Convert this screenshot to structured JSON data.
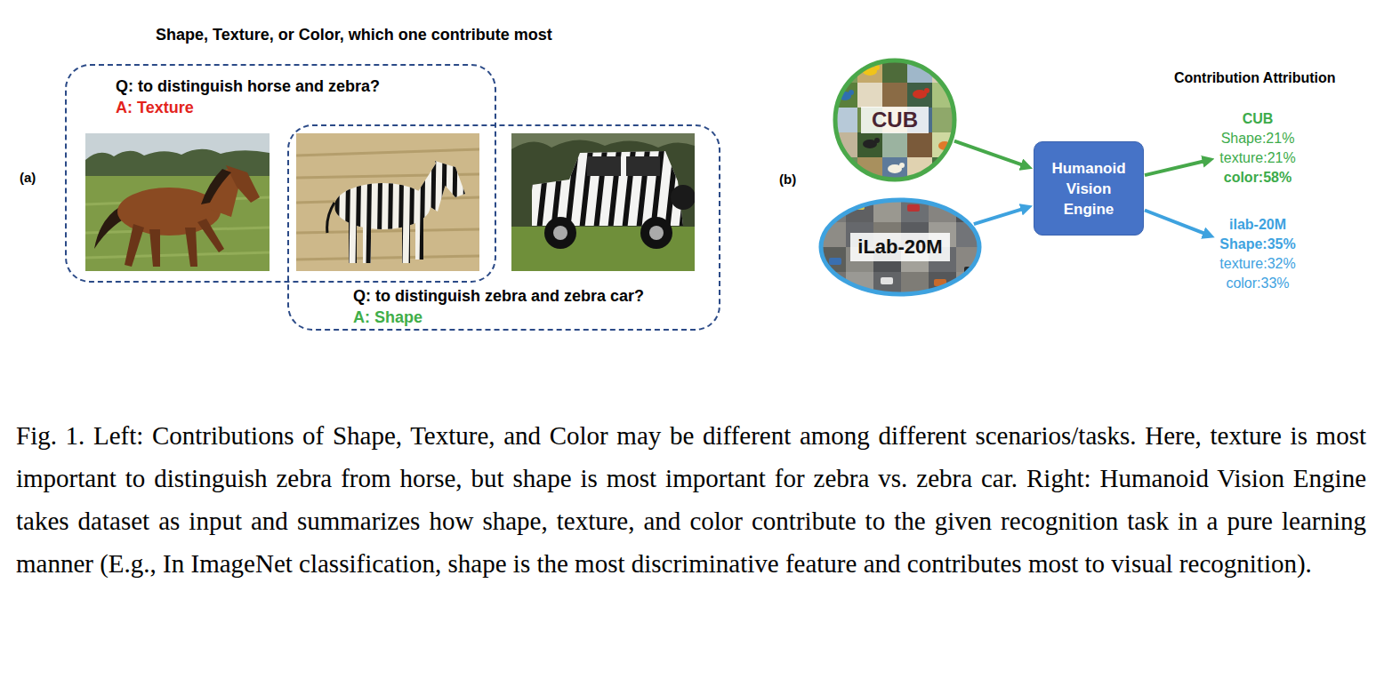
{
  "diagram": {
    "title": "Shape, Texture, or Color, which one contribute most",
    "caption": "Fig. 1. Left: Contributions of Shape, Texture, and Color may be different among different scenarios/tasks. Here, texture is most important to distinguish zebra from horse, but shape is most important for zebra vs. zebra car. Right: Humanoid Vision Engine takes dataset as input and summarizes how shape, texture, and color contribute to the given recognition task in a pure learning manner (E.g., In ImageNet classification, shape is the most discriminative feature and contributes most to visual recognition).",
    "nodes": [
      {
        "text": [
          "Q: to distinguish horse and zebra?",
          "A: Texture"
        ]
      },
      {
        "text": [
          "Q: to distinguish zebra and zebra car?",
          "A: Shape"
        ]
      },
      {
        "text": [
          "CUB"
        ]
      },
      {
        "text": [
          "iLab-20M"
        ]
      },
      {
        "text": [
          "Humanoid Vision Engine"
        ]
      },
      {
        "text": [
          "CUB",
          "Shape:21%",
          "texture:21%",
          "color:58%"
        ]
      },
      {
        "text": [
          "ilab-20M",
          "Shape:35%",
          "texture:32%",
          "color:33%"
        ]
      }
    ],
    "edges": [
      {
        "from": 2,
        "to": 4,
        "arrow": "to"
      },
      {
        "from": 3,
        "to": 4,
        "arrow": "to"
      },
      {
        "from": 4,
        "to": 5,
        "arrow": "to"
      },
      {
        "from": 4,
        "to": 6,
        "arrow": "to"
      }
    ],
    "labels": [
      "(a)",
      "(b)",
      "Contribution Attribution"
    ]
  }
}
